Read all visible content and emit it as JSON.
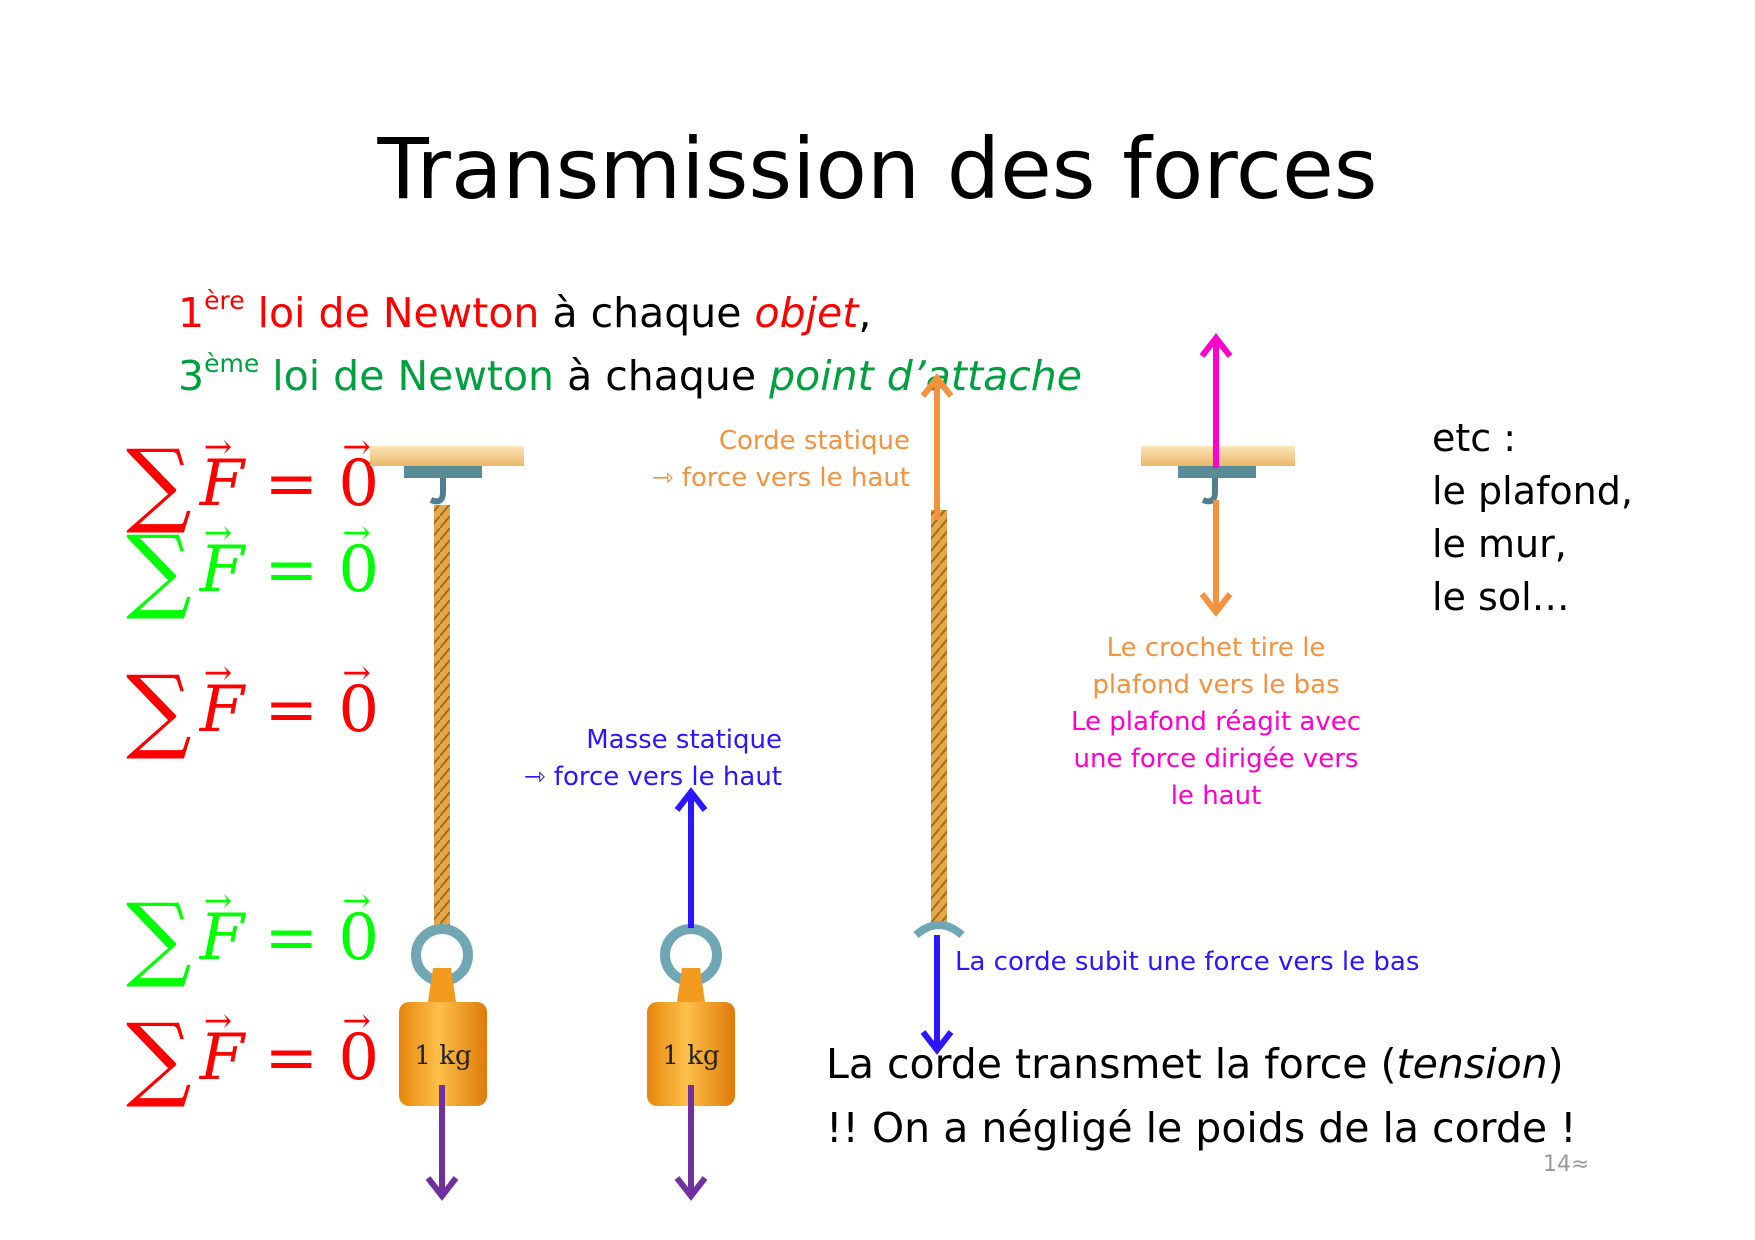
{
  "title": "Transmission des forces",
  "laws": [
    {
      "num": "1",
      "sup": "ère",
      "name": "loi de Newton",
      "mid": " à chaque ",
      "target": "objet",
      "end": ","
    },
    {
      "num": "3",
      "sup": "ème",
      "name": "loi de Newton",
      "mid": " à chaque ",
      "target": "point d’attache",
      "end": ""
    }
  ],
  "equation": {
    "sigma": "∑",
    "f": "F",
    "eq": " = ",
    "zero": "0",
    "arrow": "→"
  },
  "mass_label": "1 kg",
  "labels": {
    "rope_static_1": "Corde statique",
    "rope_static_2": "⇾ force vers le haut",
    "mass_static_1": "Masse statique",
    "mass_static_2": "⇾ force vers le haut",
    "hook_1": "Le crochet tire le",
    "hook_2": "plafond vers le bas",
    "ceiling_1": "Le plafond réagit avec",
    "ceiling_2": "une force dirigée vers",
    "ceiling_3": "le haut",
    "rope_down": "La corde subit une force vers le bas"
  },
  "etc": [
    "etc :",
    "le plafond,",
    "le mur,",
    "le sol…"
  ],
  "notes": {
    "line1_a": "La corde transmet la force (",
    "line1_b": "tension",
    "line1_c": ")",
    "line2": "!! On a négligé le poids de la corde !"
  },
  "page_number": "14≈",
  "colors": {
    "red": "#ff0000",
    "green": "#00ff00",
    "law_green": "#00a040",
    "orange": "#f5923e",
    "blue": "#2a16ff",
    "magenta": "#ff00cc",
    "purple": "#7030a0"
  }
}
